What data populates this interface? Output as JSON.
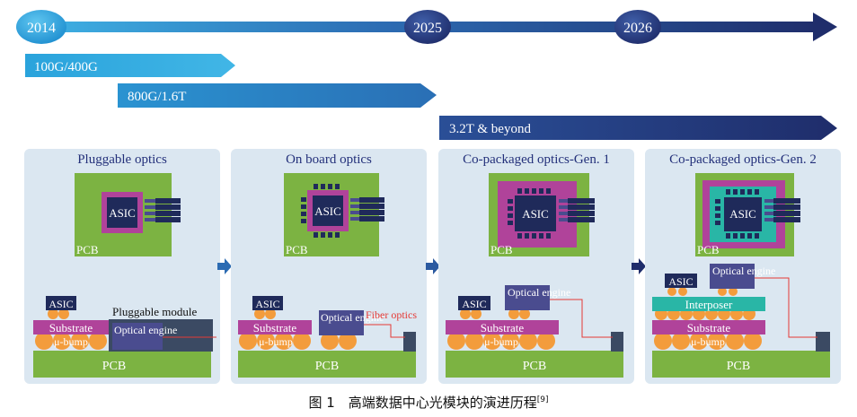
{
  "timeline": {
    "years": [
      "2014",
      "2025",
      "2026"
    ],
    "bars": [
      "100G/400G",
      "800G/1.6T",
      "3.2T & beyond"
    ]
  },
  "panels": [
    {
      "title": "Pluggable optics",
      "top_labels": {
        "chip": "ASIC",
        "board": "PCB"
      },
      "side_labels": {
        "asic": "ASIC",
        "substrate": "Substrate",
        "bump": "μ-bump",
        "module": "Pluggable module",
        "engine": "Optical engine",
        "pcb": "PCB"
      }
    },
    {
      "title": "On board optics",
      "top_labels": {
        "chip": "ASIC",
        "board": "PCB"
      },
      "side_labels": {
        "asic": "ASIC",
        "substrate": "Substrate",
        "bump": "μ-bump",
        "engine": "Optical engine",
        "fiber": "Fiber optics",
        "pcb": "PCB"
      }
    },
    {
      "title": "Co-packaged optics-Gen. 1",
      "top_labels": {
        "chip": "ASIC",
        "board": "PCB"
      },
      "side_labels": {
        "asic": "ASIC",
        "engine": "Optical engine",
        "substrate": "Substrate",
        "bump": "μ-bump",
        "pcb": "PCB"
      }
    },
    {
      "title": "Co-packaged optics-Gen. 2",
      "top_labels": {
        "chip": "ASIC",
        "board": "PCB"
      },
      "side_labels": {
        "asic": "ASIC",
        "engine": "Optical engine",
        "interposer": "Interposer",
        "substrate": "Substrate",
        "bump": "μ-bump",
        "pcb": "PCB"
      }
    }
  ],
  "caption": {
    "text": "图 1　高端数据中心光模块的演进历程",
    "ref": "[9]"
  },
  "colors": {
    "pcb_green": "#7cb342",
    "pcb_dark": "#2e7d32",
    "asic_navy": "#1f2a5a",
    "substrate_magenta": "#b0439a",
    "bump_orange": "#f39c3c",
    "engine_purple": "#4a4c8f",
    "interposer_teal": "#29b6a6",
    "fiber_red": "#e53935",
    "timeline_light": "#39a9e0",
    "timeline_dark": "#1f2d6b"
  }
}
